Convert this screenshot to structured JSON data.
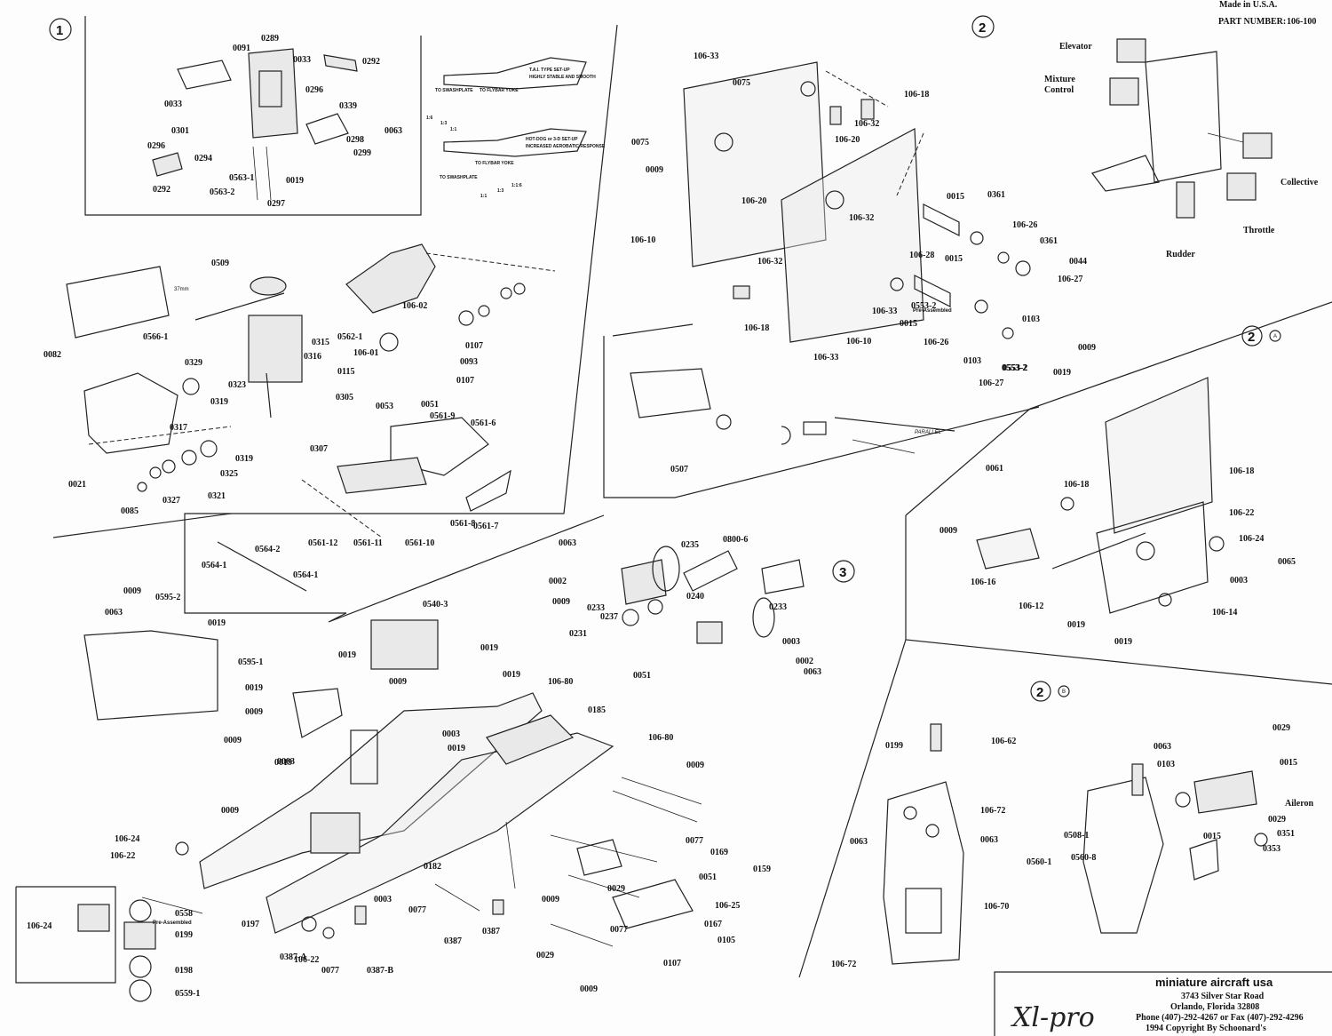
{
  "header": {
    "made_in": "Made in U.S.A.",
    "part_number_label": "PART NUMBER:",
    "part_number": "106-100"
  },
  "sections": {
    "s1": "1",
    "s2": "2",
    "s2a": "2",
    "s2a_sub": "A",
    "s2b": "2",
    "s2b_sub": "B",
    "s3": "3"
  },
  "notes": {
    "setup1_title": "T.A.I. TYPE SET-UP",
    "setup1_desc": "HIGHLY STABLE AND SMOOTH",
    "setup2_title": "HOT-DOG or 3-D SET-UP",
    "setup2_desc": "INCREASED AEROBATIC RESPONSE",
    "to_swashplate": "TO SWASHPLATE",
    "to_flybar_yoke": "TO FLYBAR YOKE",
    "r16": "1:6",
    "r13": "1:3",
    "r11": "1:1",
    "r116": "1:1:6",
    "pre_assembled": "Pre-Assembled",
    "parallel": "PARALLEL",
    "dim_37mm": "37mm"
  },
  "callouts": {
    "elevator": "Elevator",
    "mixture1": "Mixture",
    "mixture2": "Control",
    "collective": "Collective",
    "throttle": "Throttle",
    "rudder": "Rudder",
    "aileron": "Aileron"
  },
  "parts": [
    "0091",
    "0289",
    "0033",
    "0292",
    "0296",
    "0339",
    "0033",
    "0301",
    "0063",
    "0298",
    "0299",
    "0294",
    "0296",
    "0563-1",
    "0019",
    "0292",
    "0563-2",
    "0297",
    "0509",
    "0566-1",
    "0082",
    "0329",
    "0323",
    "0319",
    "0317",
    "0021",
    "0085",
    "0327",
    "0325",
    "0319",
    "0321",
    "0315",
    "0316",
    "0115",
    "0305",
    "0307",
    "0562-1",
    "106-02",
    "106-01",
    "0107",
    "0093",
    "0107",
    "0053",
    "0051",
    "0561-9",
    "0561-6",
    "0561-12",
    "0561-11",
    "0561-10",
    "0561-8",
    "0561-7",
    "0564-1",
    "0564-2",
    "0564-1",
    "106-33",
    "0075",
    "0075",
    "0009",
    "106-18",
    "106-32",
    "106-20",
    "106-20",
    "106-32",
    "106-10",
    "106-32",
    "0015",
    "0361",
    "106-26",
    "0361",
    "0044",
    "106-28",
    "0015",
    "106-27",
    "0553-2",
    "0553-2",
    "0103",
    "0015",
    "106-33",
    "106-10",
    "106-26",
    "0009",
    "106-18",
    "106-33",
    "0103",
    "0553-2",
    "0019",
    "106-27",
    "0507",
    "0061",
    "106-18",
    "106-18",
    "0009",
    "106-16",
    "106-22",
    "106-24",
    "0065",
    "0003",
    "106-12",
    "0019",
    "0019",
    "106-14",
    "0063",
    "0235",
    "0800-6",
    "0002",
    "0009",
    "0233",
    "0240",
    "0237",
    "0231",
    "0233",
    "0003",
    "0002",
    "0063",
    "0051",
    "0009",
    "0595-2",
    "0063",
    "0019",
    "0595-1",
    "0540-3",
    "0019",
    "0009",
    "0019",
    "0019",
    "0009",
    "0019",
    "0009",
    "106-80",
    "0185",
    "0003",
    "0019",
    "106-80",
    "0019",
    "0009",
    "0003",
    "106-24",
    "106-22",
    "0009",
    "0077",
    "0169",
    "0182",
    "0159",
    "0051",
    "0029",
    "0009",
    "106-25",
    "0167",
    "0105",
    "0107",
    "0077",
    "0029",
    "0009",
    "0077",
    "0003",
    "0387",
    "0387",
    "0077",
    "0387-B",
    "0387-A",
    "106-22",
    "106-24",
    "0558",
    "0199",
    "0197",
    "0198",
    "0559-1",
    "0199",
    "106-62",
    "106-72",
    "0063",
    "0063",
    "106-70",
    "106-72",
    "0063",
    "0029",
    "0103",
    "0015",
    "0029",
    "0015",
    "0351",
    "0353",
    "0508-1",
    "0560-8",
    "0560-1",
    "0029"
  ],
  "footer": {
    "brand": "miniature aircraft usa",
    "model": "Xl-pro",
    "addr1": "3743 Silver Star Road",
    "addr2": "Orlando, Florida 32808",
    "phone": "Phone (407)-292-4267 or Fax (407)-292-4296",
    "copyright": "1994 Copyright By Schoonard's"
  }
}
